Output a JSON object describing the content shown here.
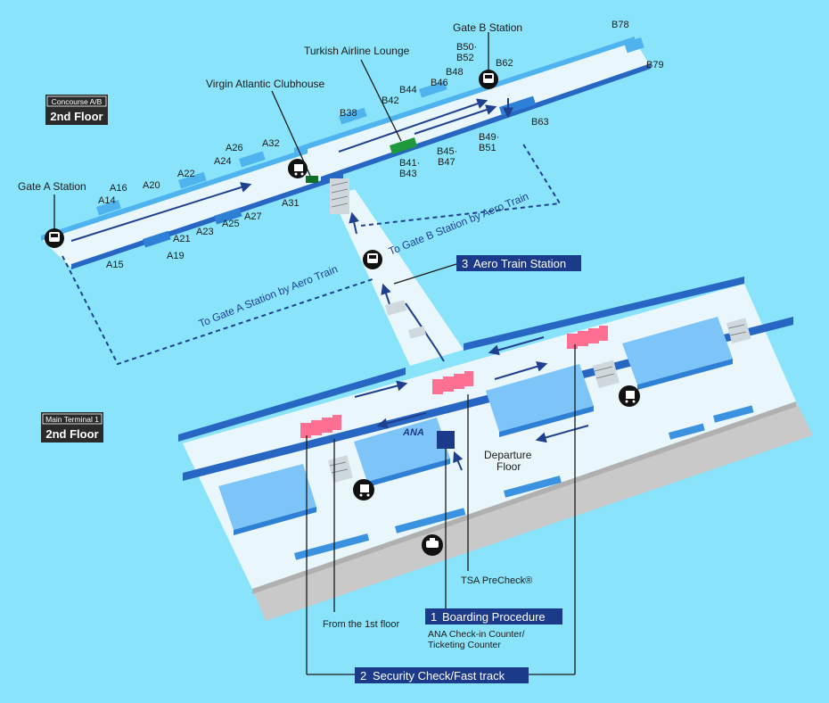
{
  "floors": {
    "concourse": {
      "small": "Concourse A/B",
      "big": "2nd Floor"
    },
    "main_terminal": {
      "small": "Main Terminal 1",
      "big": "2nd Floor"
    }
  },
  "stations": {
    "gate_a": "Gate A Station",
    "gate_b": "Gate B Station"
  },
  "lounges": {
    "turkish": "Turkish Airline Lounge",
    "virgin": "Virgin Atlantic Clubhouse"
  },
  "gates": {
    "A14": "A14",
    "A15": "A15",
    "A16": "A16",
    "A19": "A19",
    "A20": "A20",
    "A21": "A21",
    "A22": "A22",
    "A23": "A23",
    "A24": "A24",
    "A25": "A25",
    "A26": "A26",
    "A27": "A27",
    "A31": "A31",
    "A32": "A32",
    "B38": "B38",
    "B41_43": [
      "B41·",
      "B43"
    ],
    "B42": "B42",
    "B44": "B44",
    "B45_47": [
      "B45·",
      "B47"
    ],
    "B46": "B46",
    "B48": "B48",
    "B49_51": [
      "B49·",
      "B51"
    ],
    "B50_52": [
      "B50·",
      "B52"
    ],
    "B62": "B62",
    "B63": "B63",
    "B78": "B78",
    "B79": "B79"
  },
  "routes": {
    "to_gate_b": "To Gate B Station by Aero Train",
    "to_gate_a": "To Gate A Station by Aero Train"
  },
  "steps": {
    "aero_train": {
      "num": "3",
      "text": "Aero Train Station"
    },
    "boarding": {
      "num": "1",
      "text": "Boarding Procedure"
    },
    "security": {
      "num": "2",
      "text": "Security Check/Fast track"
    }
  },
  "notes": {
    "ana_counter_line1": "ANA Check-in Counter/",
    "ana_counter_line2": "Ticketing Counter",
    "departure_line1": "Departure",
    "departure_line2": "Floor",
    "tsa": "TSA PreCheck®",
    "from_first_floor": "From the 1st floor"
  },
  "logos": {
    "ana": "ANA"
  },
  "icons": {
    "train": "train-icon",
    "escalator": "escalator-icon",
    "baggage_cart": "baggage-cart-icon",
    "taxi": "taxi-icon"
  },
  "colors": {
    "background": "#89e4fb",
    "floor": "#e9f7fd",
    "wall": "#2e7fd6",
    "security_gate": "#ff6f91",
    "lounge": "#1e9a3c",
    "step_box": "#1c3a8a",
    "label_box": "#2a2a2a",
    "road": "#c9c9c9"
  }
}
